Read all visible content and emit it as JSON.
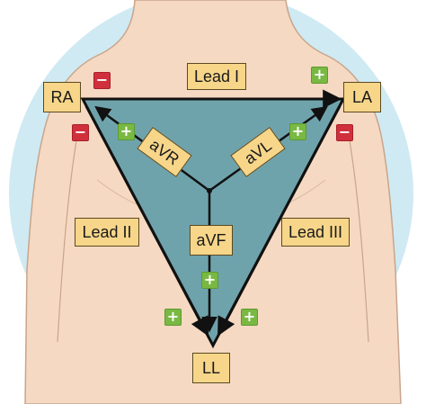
{
  "labels": {
    "ra": "RA",
    "la": "LA",
    "ll": "LL",
    "lead_i": "Lead I",
    "lead_ii": "Lead II",
    "lead_iii": "Lead III",
    "avr": "aVR",
    "avl": "aVL",
    "avf": "aVF"
  },
  "signs": {
    "plus": "+",
    "minus": "−"
  },
  "colors": {
    "background_circle": "#cfeaf3",
    "skin": "#f6d9c2",
    "skin_outline": "#c8a58c",
    "triangle_fill": "#6fa3ac",
    "triangle_stroke": "#111111",
    "label_fill": "#f7d68a",
    "positive": "#79b943",
    "negative": "#d0303c"
  }
}
